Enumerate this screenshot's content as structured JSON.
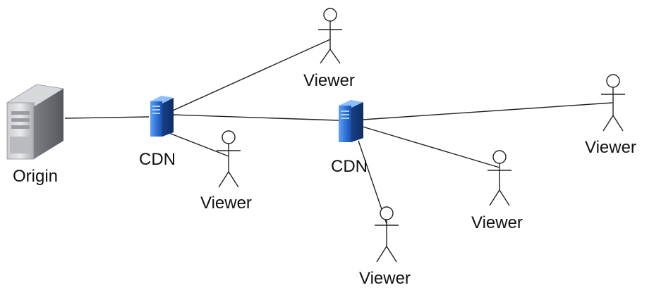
{
  "nodes": {
    "origin": {
      "label": "Origin",
      "icon": "server-tower-icon"
    },
    "cdn_1": {
      "label": "CDN",
      "icon": "cdn-server-icon"
    },
    "cdn_2": {
      "label": "CDN",
      "icon": "cdn-server-icon"
    },
    "viewer_top": {
      "label": "Viewer",
      "icon": "stick-figure-icon"
    },
    "viewer_cdn1": {
      "label": "Viewer",
      "icon": "stick-figure-icon"
    },
    "viewer_right": {
      "label": "Viewer",
      "icon": "stick-figure-icon"
    },
    "viewer_mid": {
      "label": "Viewer",
      "icon": "stick-figure-icon"
    },
    "viewer_bottom": {
      "label": "Viewer",
      "icon": "stick-figure-icon"
    }
  },
  "edges": [
    {
      "from": "origin",
      "to": "cdn_1"
    },
    {
      "from": "cdn_1",
      "to": "viewer_top"
    },
    {
      "from": "cdn_1",
      "to": "cdn_2"
    },
    {
      "from": "cdn_1",
      "to": "viewer_cdn1"
    },
    {
      "from": "cdn_2",
      "to": "viewer_right"
    },
    {
      "from": "cdn_2",
      "to": "viewer_mid"
    },
    {
      "from": "cdn_2",
      "to": "viewer_bottom"
    }
  ],
  "colors": {
    "line": "#222222",
    "server_gray": "#8e9196",
    "cdn_blue": "#2f6fd6"
  }
}
